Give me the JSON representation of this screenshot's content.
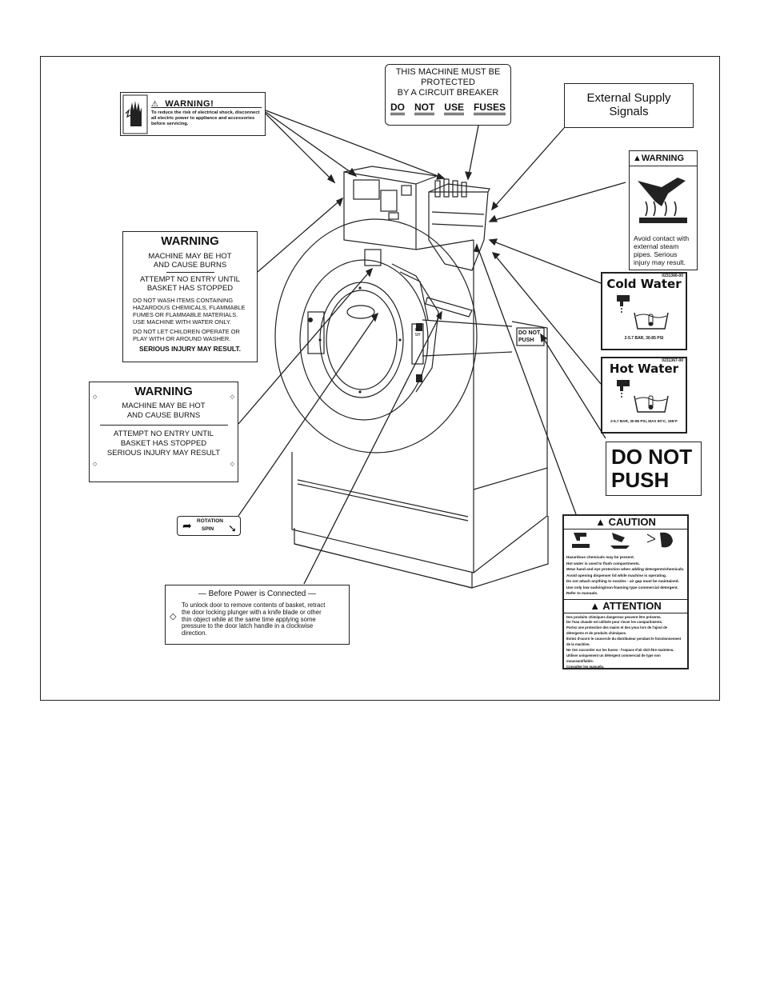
{
  "labels": {
    "shock": {
      "title": "WARNING!",
      "body": "To reduce the risk of electrical shock, disconnect all electric power to appliance and accessories before servicing."
    },
    "breaker": {
      "line1": "THIS MACHINE MUST BE",
      "line2": "PROTECTED",
      "line3": "BY A CIRCUIT BREAKER",
      "w1": "DO",
      "w2": "NOT",
      "w3": "USE",
      "w4": "FUSES"
    },
    "external": {
      "line1": "External Supply",
      "line2": "Signals"
    },
    "steam": {
      "title": "WARNING",
      "body_l1": "Avoid contact with",
      "body_l2": "external steam",
      "body_l3": "pipes. Serious",
      "body_l4": "injury may result."
    },
    "cold": {
      "code": "0231366-00",
      "title": "Cold Water",
      "spec": "2-5.7 BAR, 30-85 PSI"
    },
    "hot": {
      "code": "0231367-00",
      "title": "Hot Water",
      "spec": "2-5.7 BAR, 30-85 PSI, MAX 90°C, 195°F"
    },
    "push_big": {
      "line1": "DO NOT",
      "line2": "PUSH"
    },
    "push_small": {
      "line1": "DO NOT",
      "line2": "PUSH"
    },
    "warning_burns_large": {
      "title": "WARNING",
      "l1": "MACHINE MAY BE HOT",
      "l2": "AND CAUSE BURNS",
      "l3": "ATTEMPT NO ENTRY UNTIL",
      "l4": "BASKET HAS STOPPED",
      "l5": "DO NOT WASH ITEMS CONTAINING",
      "l6": "HAZARDOUS CHEMICALS, FLAMMABLE",
      "l7": "FUMES OR FLAMMABLE MATERIALS.",
      "l8": "USE MACHINE WITH WATER ONLY.",
      "l9": "DO NOT LET CHILDREN OPERATE OR",
      "l10": "PLAY WITH OR AROUND WASHER.",
      "l11": "SERIOUS INJURY MAY RESULT."
    },
    "warning_burns_small": {
      "title": "WARNING",
      "l1": "MACHINE MAY BE HOT",
      "l2": "AND CAUSE BURNS",
      "l3": "ATTEMPT NO ENTRY UNTIL",
      "l4": "BASKET HAS STOPPED",
      "l5": "SERIOUS INJURY MAY RESULT"
    },
    "rotation": {
      "top": "ROTATION",
      "bottom": "SPIN"
    },
    "power": {
      "title": "Before Power is Connected",
      "l1": "To unlock door to remove contents of basket, retract",
      "l2": "the door locking plunger with a knife blade or other",
      "l3": "thin object while at the same time applying some",
      "l4": "pressure to the door latch handle in a clockwise",
      "l5": "direction."
    },
    "caution": {
      "title": "CAUTION",
      "l1": "Hazardous chemicals may be present.",
      "l2": "Hot water is used to flush compartments.",
      "l3": "Wear hand and eye protection when adding detergents/chemicals.",
      "l4": "Avoid opening dispenser lid while machine is operating.",
      "l5": "Do not attach anything to nozzles - air gap must be maintained.",
      "l6": "Use only low sudsing/non-foaming type commercial detergent.",
      "l7": "Refer to manuals.",
      "title2": "ATTENTION",
      "f1": "Des produits chimiques dangereux peuvent être présents.",
      "f2": "De l'eau chaude est utilisée pour rincer les compartiments.",
      "f3": "Portez une protection des mains et des yeux lors de l'ajout de",
      "f4": "détergents et de produits chimiques.",
      "f5": "Évitez d'ouvrir le couvercle du distributeur pendant le fonctionnement",
      "f6": "de la machine.",
      "f7": "Ne rien raccorder sur les buses - l'espace d'air doit être maintenu.",
      "f8": "Utiliser uniquement un détergent commercial de type non moussant/faible.",
      "f9": "Consulter les manuels."
    },
    "machine": {
      "door_push": "PUSH"
    }
  }
}
